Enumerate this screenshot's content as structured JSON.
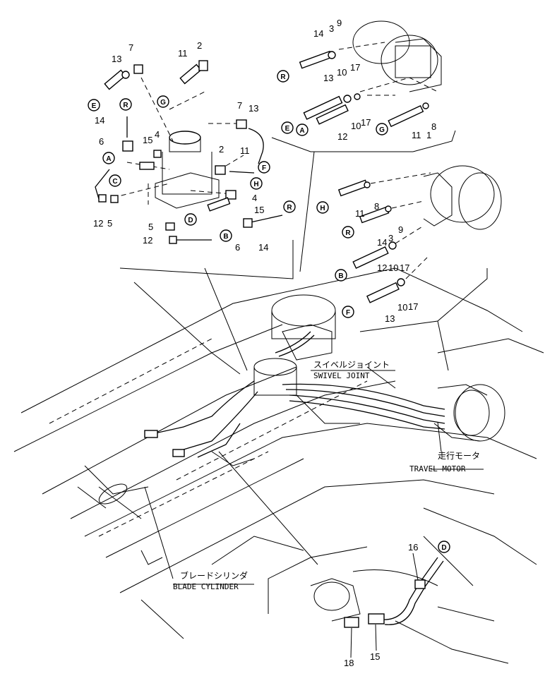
{
  "callouts": {
    "swivel_joint": {
      "jp": "スイベルジョイント",
      "en": "SWIVEL JOINT"
    },
    "travel_motor": {
      "jp": "走行モータ",
      "en": "TRAVEL MOTOR"
    },
    "blade_cylinder": {
      "jp": "ブレードシリンダ",
      "en": "BLADE CYLINDER"
    }
  },
  "part_numbers": [
    {
      "id": "p1",
      "text": "13"
    },
    {
      "id": "p2",
      "text": "7"
    },
    {
      "id": "p3",
      "text": "11"
    },
    {
      "id": "p4",
      "text": "2"
    },
    {
      "id": "p5",
      "text": "14"
    },
    {
      "id": "p6",
      "text": "6"
    },
    {
      "id": "p7",
      "text": "15"
    },
    {
      "id": "p8",
      "text": "4"
    },
    {
      "id": "p9",
      "text": "7"
    },
    {
      "id": "p10",
      "text": "13"
    },
    {
      "id": "p11",
      "text": "2"
    },
    {
      "id": "p12",
      "text": "11"
    },
    {
      "id": "p13",
      "text": "4"
    },
    {
      "id": "p14",
      "text": "15"
    },
    {
      "id": "p15",
      "text": "12"
    },
    {
      "id": "p16",
      "text": "5"
    },
    {
      "id": "p17",
      "text": "5"
    },
    {
      "id": "p18",
      "text": "12"
    },
    {
      "id": "p19",
      "text": "6"
    },
    {
      "id": "p20",
      "text": "14"
    },
    {
      "id": "p21",
      "text": "14"
    },
    {
      "id": "p22",
      "text": "3"
    },
    {
      "id": "p23",
      "text": "9"
    },
    {
      "id": "p24",
      "text": "13"
    },
    {
      "id": "p25",
      "text": "10"
    },
    {
      "id": "p26",
      "text": "17"
    },
    {
      "id": "p27",
      "text": "12"
    },
    {
      "id": "p28",
      "text": "10"
    },
    {
      "id": "p29",
      "text": "17"
    },
    {
      "id": "p30",
      "text": "11"
    },
    {
      "id": "p31",
      "text": "1"
    },
    {
      "id": "p32",
      "text": "8"
    },
    {
      "id": "p33",
      "text": "11"
    },
    {
      "id": "p34",
      "text": "8"
    },
    {
      "id": "p35",
      "text": "14"
    },
    {
      "id": "p36",
      "text": "3"
    },
    {
      "id": "p37",
      "text": "9"
    },
    {
      "id": "p38",
      "text": "12"
    },
    {
      "id": "p39",
      "text": "10"
    },
    {
      "id": "p40",
      "text": "17"
    },
    {
      "id": "p41",
      "text": "13"
    },
    {
      "id": "p42",
      "text": "10"
    },
    {
      "id": "p43",
      "text": "17"
    },
    {
      "id": "p44",
      "text": "16"
    },
    {
      "id": "p45",
      "text": "18"
    },
    {
      "id": "p46",
      "text": "15"
    }
  ],
  "connector_letters": [
    {
      "id": "c1",
      "text": "E"
    },
    {
      "id": "c2",
      "text": "R"
    },
    {
      "id": "c3",
      "text": "G"
    },
    {
      "id": "c4",
      "text": "A"
    },
    {
      "id": "c5",
      "text": "C"
    },
    {
      "id": "c6",
      "text": "F"
    },
    {
      "id": "c7",
      "text": "H"
    },
    {
      "id": "c8",
      "text": "D"
    },
    {
      "id": "c9",
      "text": "B"
    },
    {
      "id": "c10",
      "text": "R"
    },
    {
      "id": "c11",
      "text": "R"
    },
    {
      "id": "c12",
      "text": "E"
    },
    {
      "id": "c13",
      "text": "A"
    },
    {
      "id": "c14",
      "text": "G"
    },
    {
      "id": "c15",
      "text": "H"
    },
    {
      "id": "c16",
      "text": "R"
    },
    {
      "id": "c17",
      "text": "B"
    },
    {
      "id": "c18",
      "text": "F"
    },
    {
      "id": "c19",
      "text": "D"
    }
  ]
}
